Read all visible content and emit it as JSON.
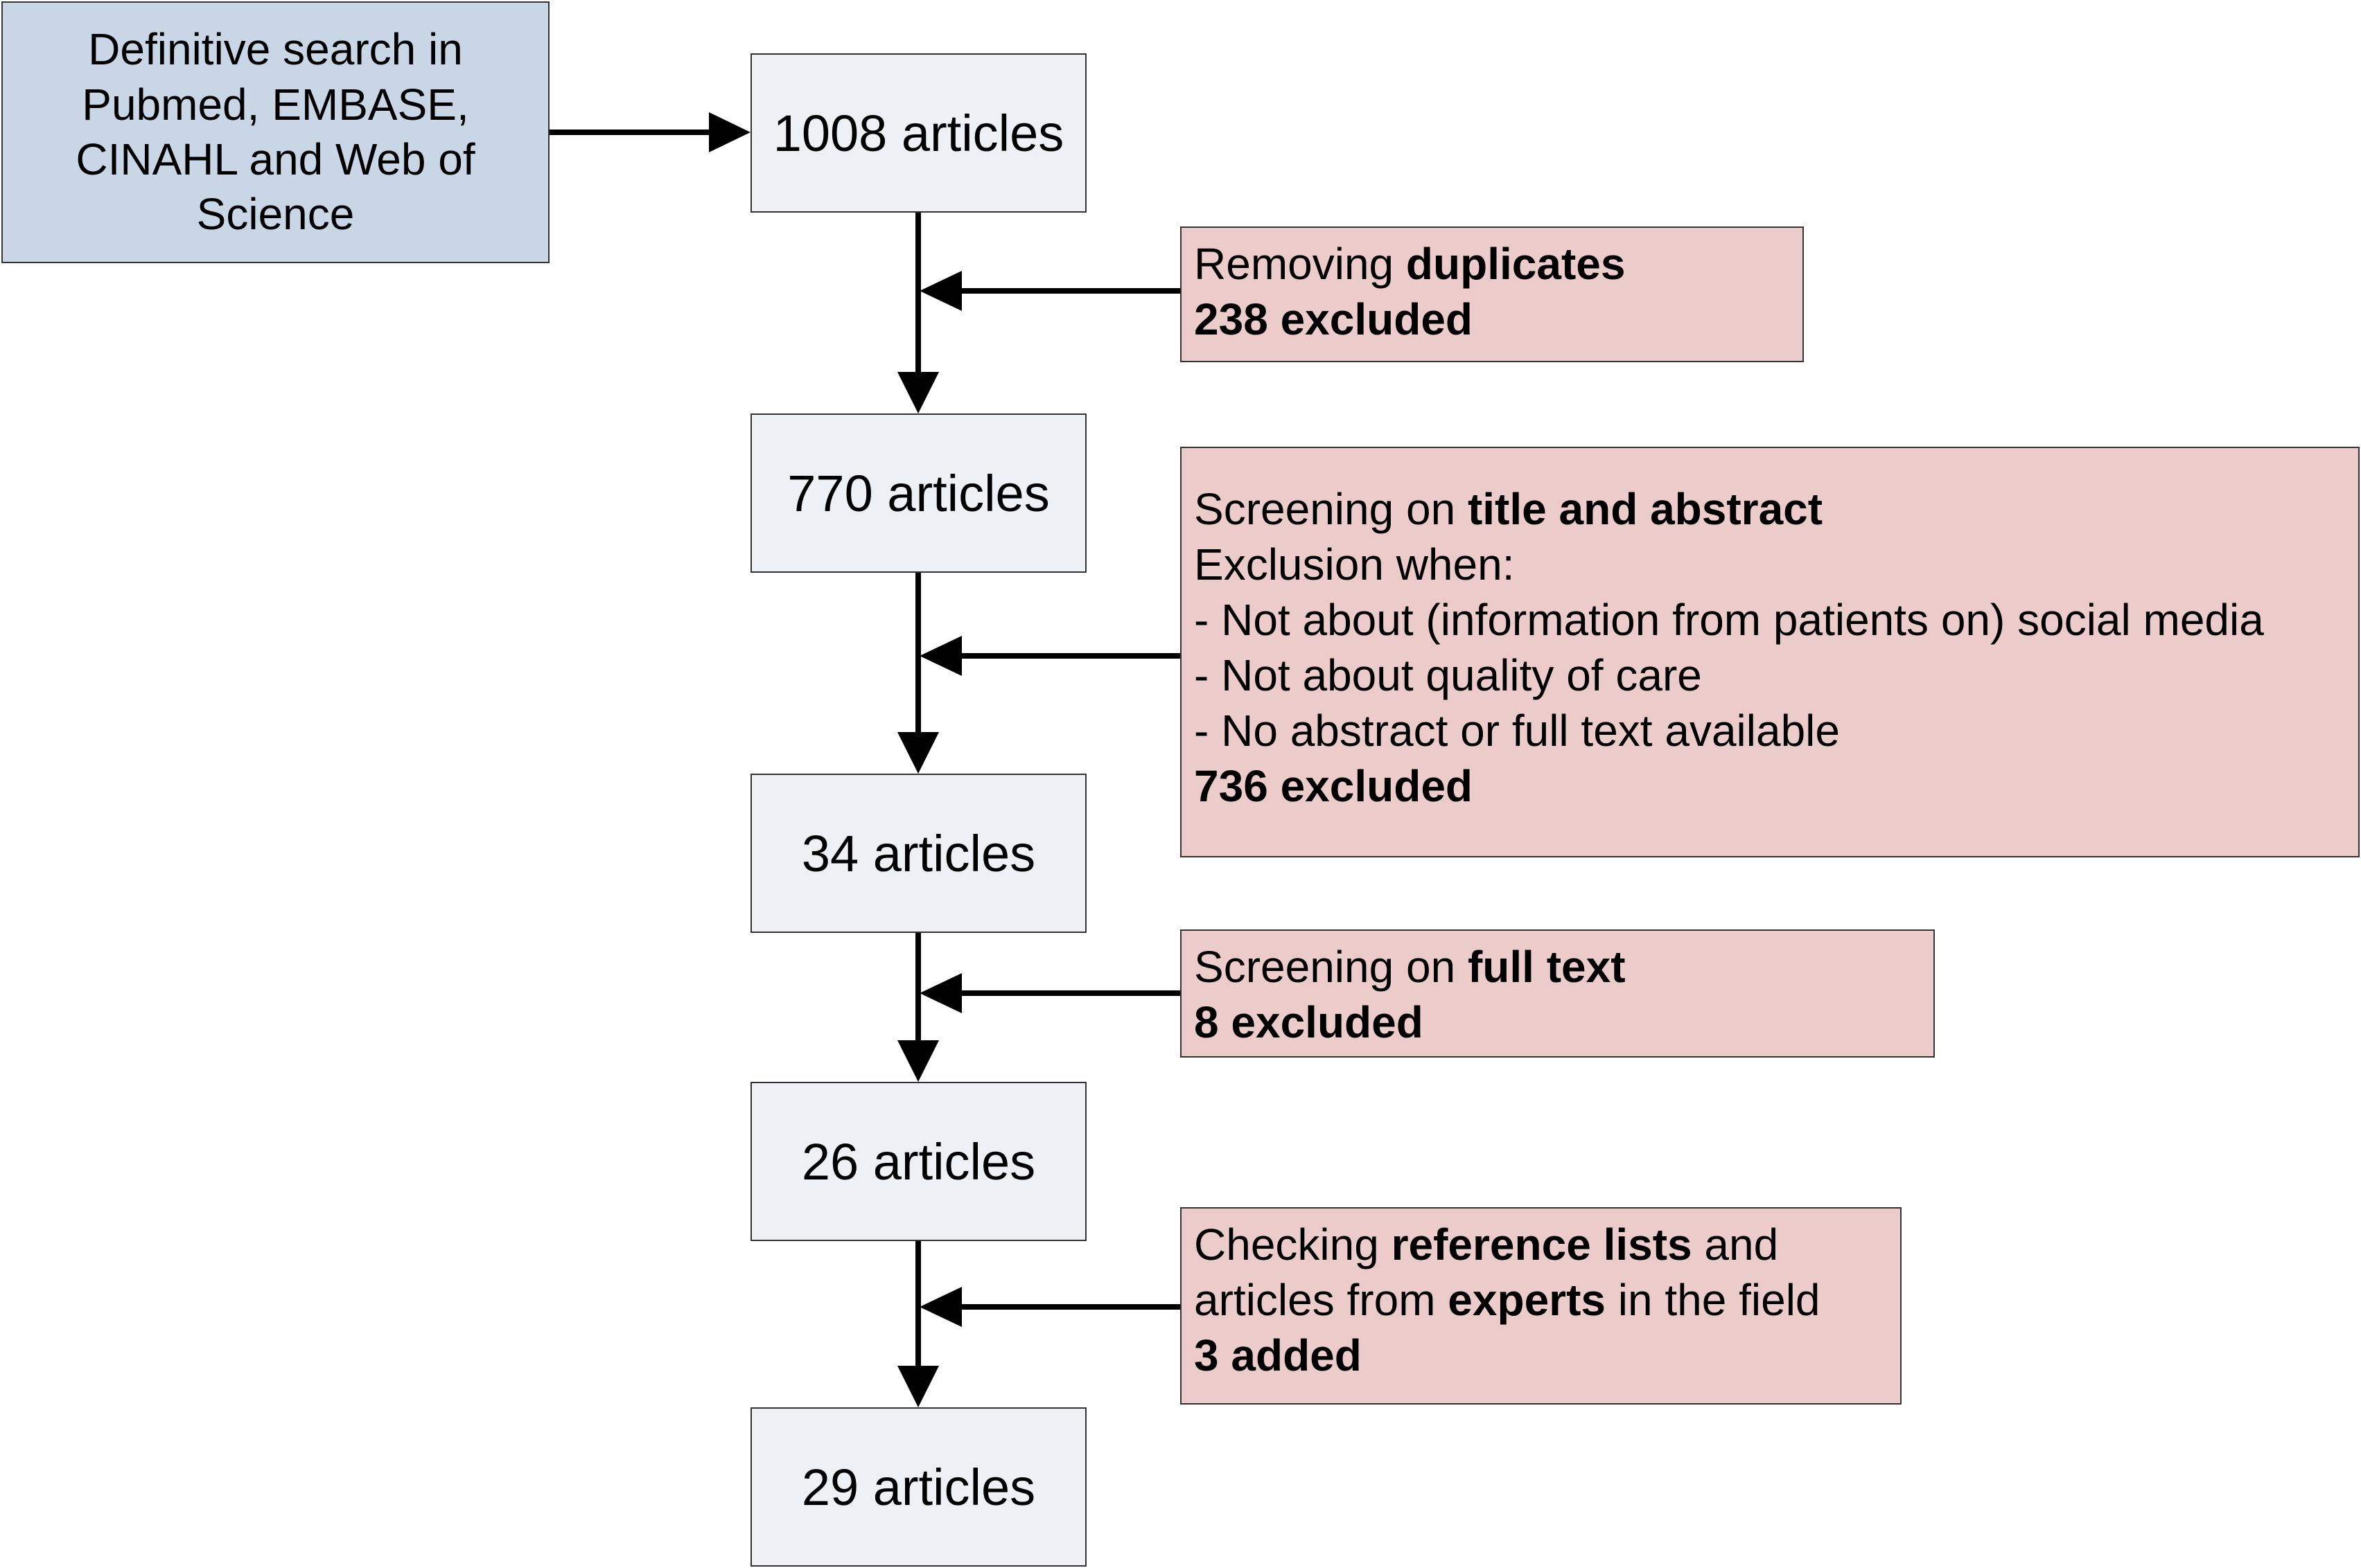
{
  "source": {
    "text": "Definitive search in Pubmed, EMBASE, CINAHL and Web of Science"
  },
  "stages": [
    {
      "label": "1008 articles"
    },
    {
      "label": "770 articles"
    },
    {
      "label": "34 articles"
    },
    {
      "label": "26 articles"
    },
    {
      "label": "29 articles"
    }
  ],
  "steps": [
    {
      "prefix": "Removing ",
      "bold": "duplicates",
      "result": "238 excluded"
    },
    {
      "prefix": "Screening on ",
      "bold": "title and abstract",
      "criteria_heading": "Exclusion when:",
      "criteria": [
        "- Not about (information from patients on) social media",
        "- Not about quality of care",
        "- No abstract or full text available"
      ],
      "result": "736 excluded"
    },
    {
      "prefix": "Screening on ",
      "bold": "full text",
      "result": "8 excluded"
    },
    {
      "line1_prefix": "Checking ",
      "line1_bold": "reference lists",
      "line1_suffix": " and",
      "line2_prefix": "articles from ",
      "line2_bold": "experts",
      "line2_suffix": " in the field",
      "result": "3 added"
    }
  ]
}
